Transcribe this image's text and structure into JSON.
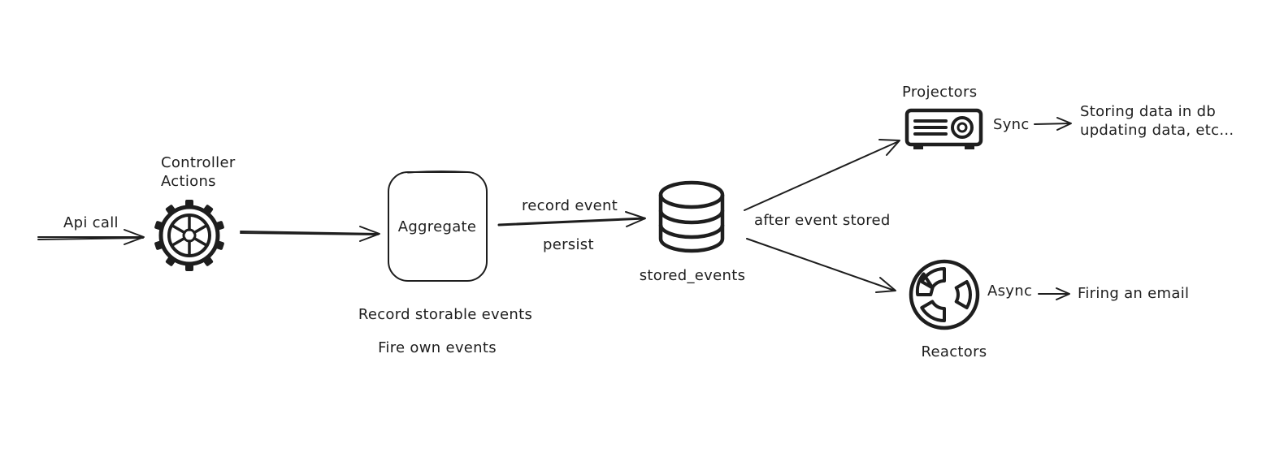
{
  "labels": {
    "api_call": "Api call",
    "controller_line1": "Controller",
    "controller_line2": "Actions",
    "aggregate": "Aggregate",
    "record_storable_events": "Record storable events",
    "fire_own_events": "Fire own events",
    "record_event": "record event",
    "persist": "persist",
    "stored_events": "stored_events",
    "after_event_stored": "after event stored",
    "projectors": "Projectors",
    "sync": "Sync",
    "projector_result_line1": "Storing data in db",
    "projector_result_line2": "updating data, etc...",
    "reactors": "Reactors",
    "async": "Async",
    "reactor_result": "Firing an email"
  },
  "icons": {
    "controller": "gear-icon",
    "store": "database-icon",
    "projectors": "projector-icon",
    "reactors": "radiation-icon"
  },
  "colors": {
    "ink": "#1e1e1e",
    "background": "#ffffff"
  }
}
